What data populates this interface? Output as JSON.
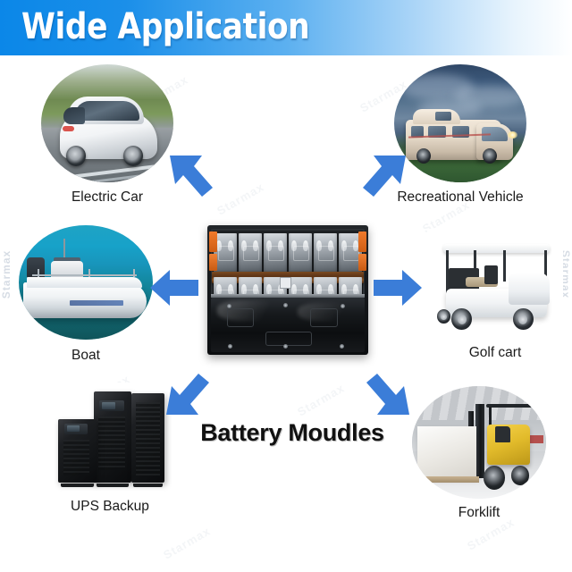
{
  "header": {
    "title": "Wide Application",
    "gradient_from": "#0b87e8",
    "gradient_to": "#ffffff",
    "text_color": "#ffffff"
  },
  "center": {
    "title": "Battery Moudles",
    "image_name": "battery-module-photo"
  },
  "accent_color": "#3b7dd8",
  "watermark": {
    "text": "Starmax"
  },
  "applications": [
    {
      "id": "electric-car",
      "label": "Electric Car",
      "image_name": "electric-car-photo",
      "shape": "circle"
    },
    {
      "id": "recreational-vehicle",
      "label": "Recreational Vehicle",
      "image_name": "rv-photo",
      "shape": "circle"
    },
    {
      "id": "boat",
      "label": "Boat",
      "image_name": "boat-photo",
      "shape": "circle"
    },
    {
      "id": "golf-cart",
      "label": "Golf cart",
      "image_name": "golf-cart-photo",
      "shape": "rect"
    },
    {
      "id": "ups-backup",
      "label": "UPS Backup",
      "image_name": "ups-cabinets-photo",
      "shape": "rect"
    },
    {
      "id": "forklift",
      "label": "Forklift",
      "image_name": "forklift-photo",
      "shape": "circle"
    }
  ],
  "arrows": [
    {
      "id": "arrow-to-electric-car",
      "direction": "up-left",
      "target": "electric-car"
    },
    {
      "id": "arrow-to-rv",
      "direction": "up-right",
      "target": "recreational-vehicle"
    },
    {
      "id": "arrow-to-boat",
      "direction": "left",
      "target": "boat"
    },
    {
      "id": "arrow-to-golf-cart",
      "direction": "right",
      "target": "golf-cart"
    },
    {
      "id": "arrow-to-ups-backup",
      "direction": "down-left",
      "target": "ups-backup"
    },
    {
      "id": "arrow-to-forklift",
      "direction": "down-right",
      "target": "forklift"
    }
  ]
}
